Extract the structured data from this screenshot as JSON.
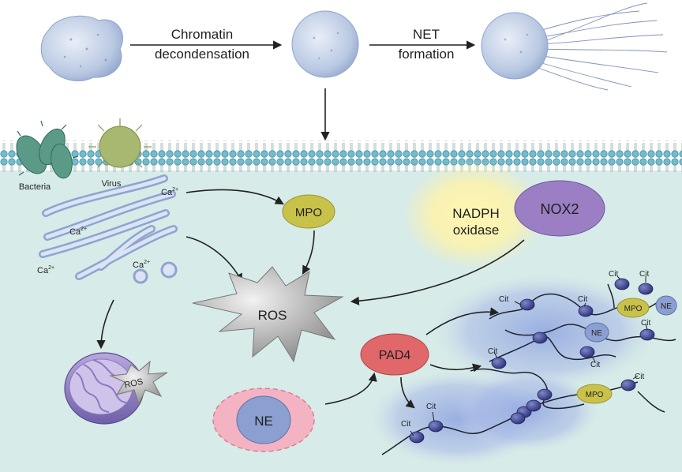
{
  "steps": {
    "chromatin_1": "Chromatin",
    "chromatin_2": "decondensation",
    "net_1": "NET",
    "net_2": "formation"
  },
  "pathogens": {
    "bacteria": "Bacteria",
    "virus": "Virus"
  },
  "ions": {
    "calcium": "Ca",
    "calcium_charge": "2+"
  },
  "enzymes": {
    "mpo": "MPO",
    "ros": "ROS",
    "nadph_1": "NADPH",
    "nadph_2": "oxidase",
    "nox2": "NOX2",
    "pad4": "PAD4",
    "ne": "NE"
  },
  "net_labels": {
    "cit": "Cit",
    "mpo": "MPO",
    "ne": "NE"
  },
  "colors": {
    "cytoplasm": "#d7ebe8",
    "membrane_head": "#6fb7c7",
    "mpo_fill": "#c9c24a",
    "nox2_fill": "#9b7ec3",
    "pad4_fill": "#e0686a",
    "ne_fill": "#8b9fd1",
    "ne_halo": "#f3b3c3",
    "nucleosome": "#3a3f8a",
    "dna_cloud": "#9fb3e8"
  }
}
